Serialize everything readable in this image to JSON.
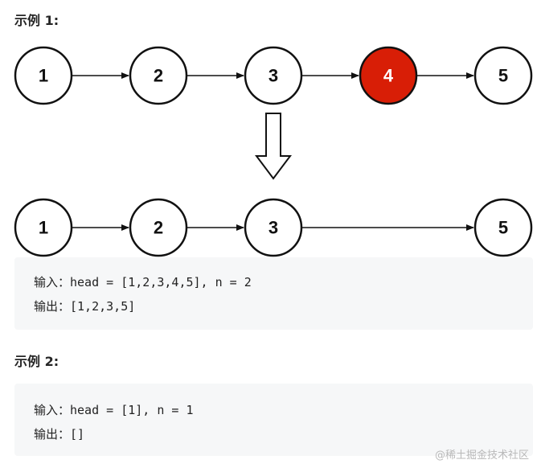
{
  "example1": {
    "heading": "示例 1:",
    "before": [
      "1",
      "2",
      "3",
      "4",
      "5"
    ],
    "highlighted_index": 3,
    "after": [
      "1",
      "2",
      "3",
      "5"
    ],
    "input": "输入：head = [1,2,3,4,5], n = 2",
    "output": "输出：[1,2,3,5]"
  },
  "example2": {
    "heading": "示例 2:",
    "input": "输入：head = [1], n = 1",
    "output": "输出：[]"
  },
  "colors": {
    "highlight": "#d81e06",
    "code_bg": "#f6f7f8"
  },
  "watermark": "@稀土掘金技术社区"
}
